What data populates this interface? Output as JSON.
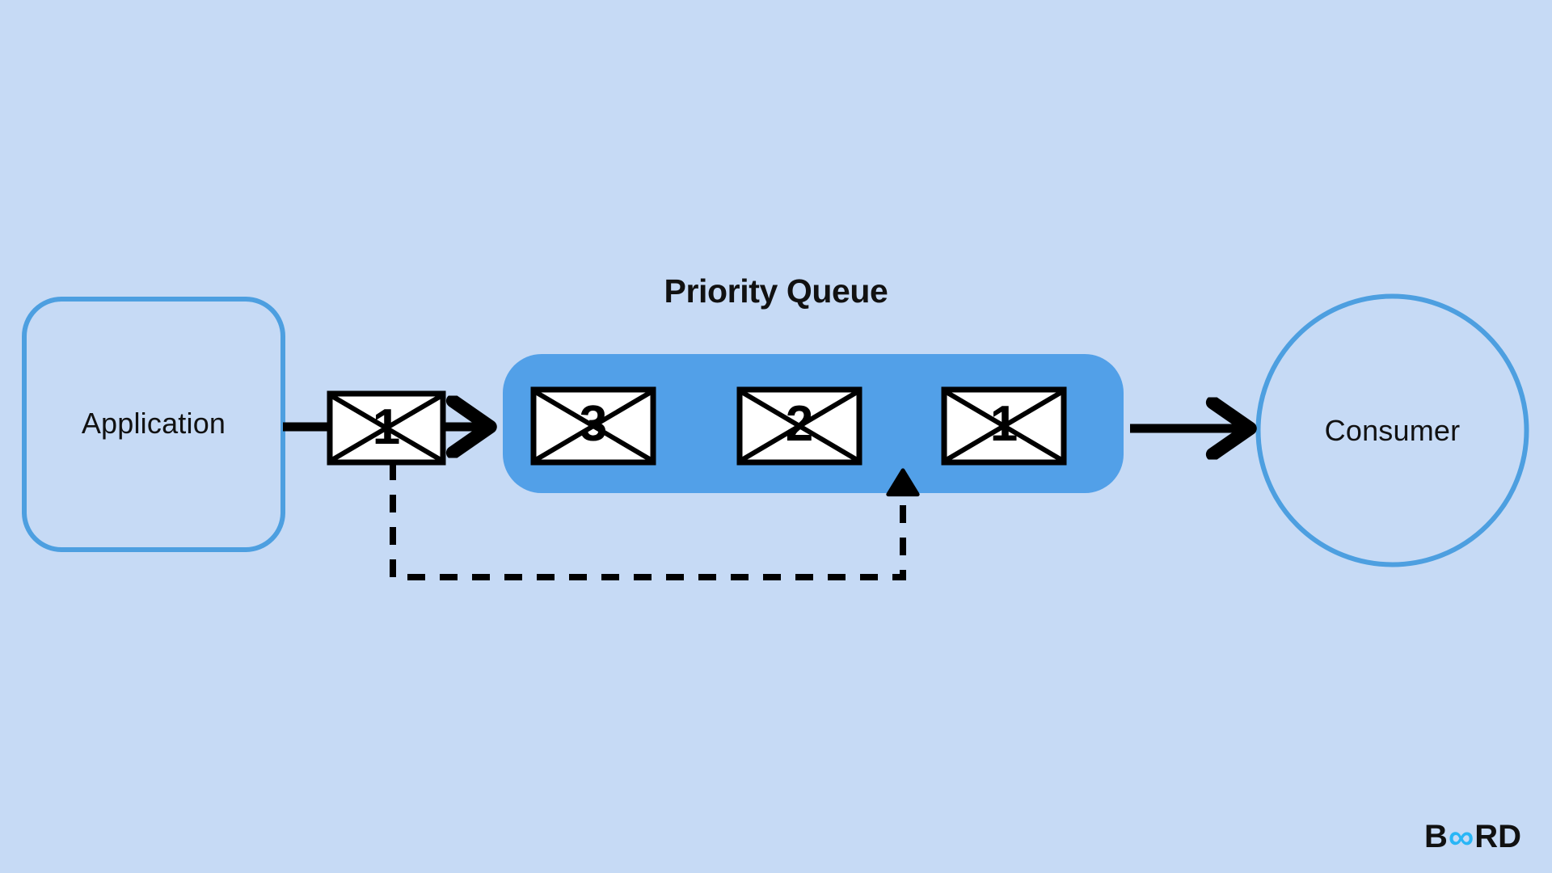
{
  "diagram": {
    "title": "Priority Queue",
    "background_color": "#c6daf5",
    "accent_blue": "#52a0e8",
    "node_stroke": "#4d9fe0",
    "line_color": "#000000"
  },
  "nodes": {
    "application": {
      "label": "Application",
      "shape": "rounded-rectangle"
    },
    "consumer": {
      "label": "Consumer",
      "shape": "circle"
    }
  },
  "queue": {
    "title": "Priority Queue",
    "fill_color": "#52a0e8",
    "messages": [
      {
        "label": "3",
        "priority": 3,
        "icon": "envelope-icon"
      },
      {
        "label": "2",
        "priority": 2,
        "icon": "envelope-icon"
      },
      {
        "label": "1",
        "priority": 1,
        "icon": "envelope-icon"
      }
    ]
  },
  "incoming_message": {
    "label": "1",
    "icon": "envelope-icon"
  },
  "connectors": {
    "application_to_message": {
      "style": "solid",
      "arrow": false
    },
    "message_to_queue": {
      "style": "solid",
      "arrow": true
    },
    "queue_to_consumer": {
      "style": "solid",
      "arrow": true
    },
    "reorder_feedback": {
      "style": "dashed",
      "arrow": true
    }
  },
  "brand": {
    "part1": "B",
    "infinity_symbol": "∞",
    "part2": "RD",
    "infinity_color": "#29b6f6"
  }
}
